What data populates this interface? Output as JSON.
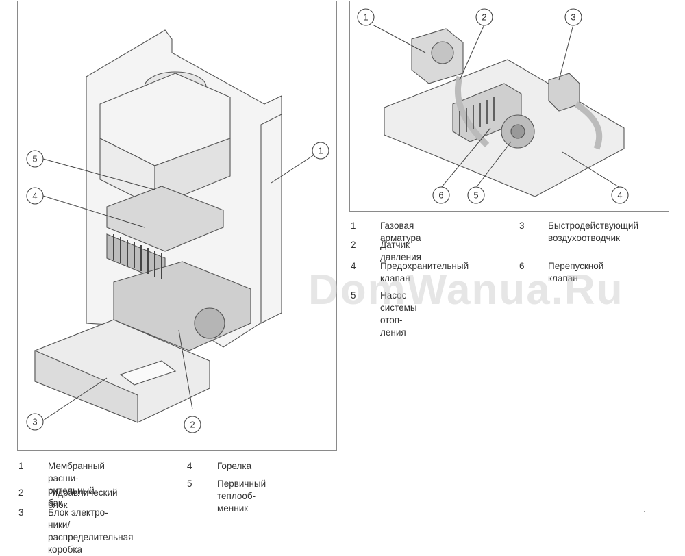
{
  "left_diagram": {
    "callouts": [
      "1",
      "2",
      "3",
      "4",
      "5"
    ],
    "legend": [
      {
        "num": "1",
        "text": "Мембранный расши-\nрительный бак"
      },
      {
        "num": "2",
        "text": "Гидравлический блок"
      },
      {
        "num": "3",
        "text": "Блок электро-\nники/распределительная\nкоробка"
      },
      {
        "num": "4",
        "text": "Горелка"
      },
      {
        "num": "5",
        "text": "Первичный теплооб-\nменник"
      }
    ]
  },
  "right_diagram": {
    "callouts": [
      "1",
      "2",
      "3",
      "4",
      "5",
      "6"
    ],
    "legend": [
      {
        "num": "1",
        "text": "Газовая арматура"
      },
      {
        "num": "2",
        "text": "Датчик давления"
      },
      {
        "num": "3",
        "text": "Быстродействующий\nвоздухоотводчик"
      },
      {
        "num": "4",
        "text": "Предохранительный\nклапан"
      },
      {
        "num": "5",
        "text": "Насос системы отоп-\nления"
      },
      {
        "num": "6",
        "text": "Перепускной клапан"
      }
    ]
  },
  "watermark": "DomWanua.Ru"
}
